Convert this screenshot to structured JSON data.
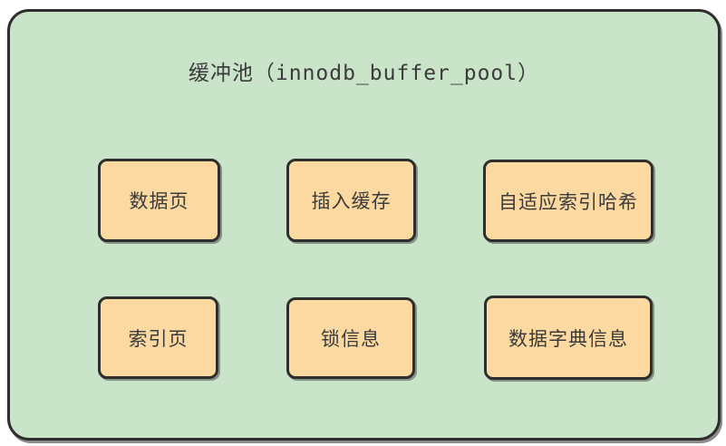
{
  "diagram": {
    "title": "缓冲池（innodb_buffer_pool）",
    "boxes": [
      {
        "id": "data-page",
        "label": "数据页"
      },
      {
        "id": "insert-buffer",
        "label": "插入缓存"
      },
      {
        "id": "adaptive-hash-index",
        "label": "自适应索引哈希"
      },
      {
        "id": "index-page",
        "label": "索引页"
      },
      {
        "id": "lock-info",
        "label": "锁信息"
      },
      {
        "id": "data-dictionary-info",
        "label": "数据字典信息"
      }
    ]
  },
  "colors": {
    "page_background": "#ffffff",
    "container_fill": "#c9e4c9",
    "box_fill": "#fcd9a1",
    "stroke": "#2e2e2e",
    "text": "#3b3b3b"
  }
}
